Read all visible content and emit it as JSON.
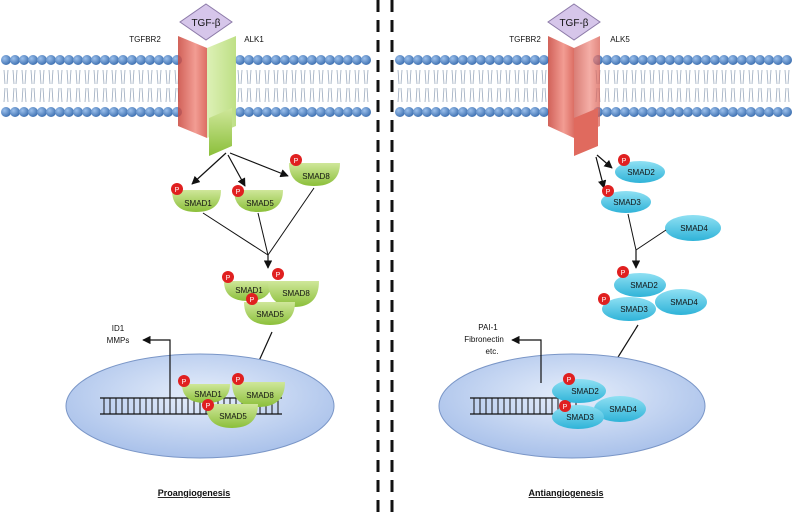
{
  "left": {
    "receptor_ligand": "TGF-β",
    "receptor_type2": "TGFBR2",
    "receptor_type1": "ALK1",
    "smad1": "SMAD1",
    "smad5": "SMAD5",
    "smad8": "SMAD8",
    "complex_smad1": "SMAD1",
    "complex_smad8": "SMAD8",
    "complex_smad5": "SMAD5",
    "nuclear_smad1": "SMAD1",
    "nuclear_smad8": "SMAD8",
    "nuclear_smad5": "SMAD5",
    "target_genes": [
      "ID1",
      "MMPs"
    ],
    "outcome": "Proangiogenesis"
  },
  "right": {
    "receptor_ligand": "TGF-β",
    "receptor_type2": "TGFBR2",
    "receptor_type1": "ALK5",
    "smad2": "SMAD2",
    "smad3": "SMAD3",
    "smad4": "SMAD4",
    "complex_smad2": "SMAD2",
    "complex_smad3": "SMAD3",
    "complex_smad4": "SMAD4",
    "nuclear_smad2": "SMAD2",
    "nuclear_smad3": "SMAD3",
    "nuclear_smad4": "SMAD4",
    "target_genes": [
      "PAI-1",
      "Fibronectin",
      "etc."
    ],
    "outcome": "Antiangiogenesis"
  },
  "phospho_label": "P",
  "colors": {
    "lipid_head": "#4f86c6",
    "smad_green": "#9fcc4a",
    "smad_cyan": "#43c3e3",
    "receptor_red": "#e06a5e",
    "ligand": "#c9b8e0",
    "phospho": "#e02020",
    "nucleus": "#b9cdee"
  }
}
